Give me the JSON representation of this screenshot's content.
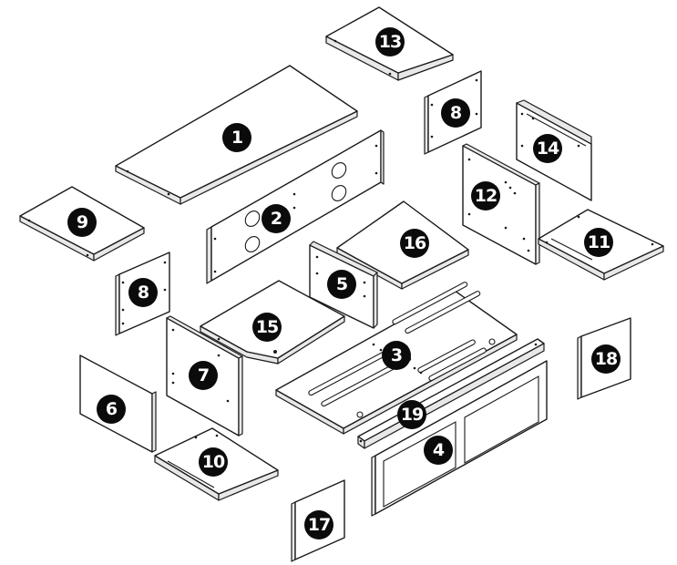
{
  "parts": [
    {
      "id": "part-1",
      "label": "1"
    },
    {
      "id": "part-2",
      "label": "2"
    },
    {
      "id": "part-3",
      "label": "3"
    },
    {
      "id": "part-4",
      "label": "4"
    },
    {
      "id": "part-5",
      "label": "5"
    },
    {
      "id": "part-6",
      "label": "6"
    },
    {
      "id": "part-7",
      "label": "7"
    },
    {
      "id": "part-8-left",
      "label": "8"
    },
    {
      "id": "part-8-right",
      "label": "8"
    },
    {
      "id": "part-9",
      "label": "9"
    },
    {
      "id": "part-10",
      "label": "10"
    },
    {
      "id": "part-11",
      "label": "11"
    },
    {
      "id": "part-12",
      "label": "12"
    },
    {
      "id": "part-13",
      "label": "13"
    },
    {
      "id": "part-14",
      "label": "14"
    },
    {
      "id": "part-15",
      "label": "15"
    },
    {
      "id": "part-16",
      "label": "16"
    },
    {
      "id": "part-17",
      "label": "17"
    },
    {
      "id": "part-18",
      "label": "18"
    },
    {
      "id": "part-19",
      "label": "19"
    }
  ]
}
